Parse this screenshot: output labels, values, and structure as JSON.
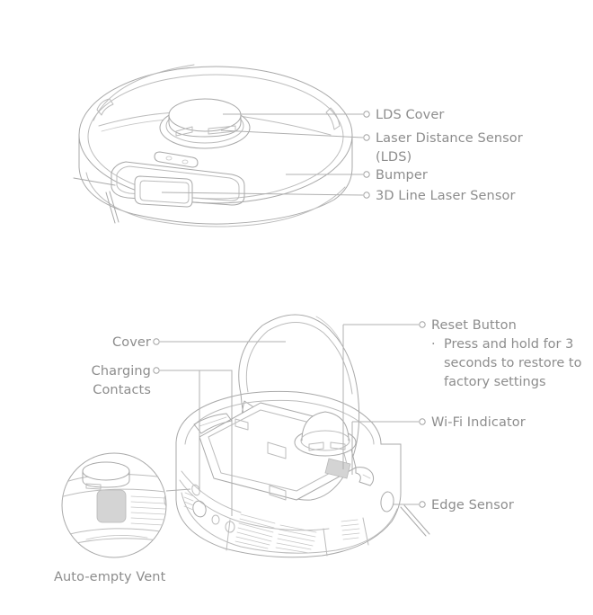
{
  "page": {
    "title": "Robot Vacuum Parts Diagram",
    "background_color": "#ffffff",
    "line_color": "#a9a9a9",
    "text_color": "#8d8d8d",
    "accent_fill": "#d4d4d4"
  },
  "top_figure": {
    "name": "robot-top-view",
    "labels": [
      {
        "id": "lds-cover",
        "text": "LDS Cover"
      },
      {
        "id": "laser-distance-sensor",
        "text": "Laser Distance\nSensor (LDS)"
      },
      {
        "id": "bumper",
        "text": "Bumper"
      },
      {
        "id": "line-laser-sensor",
        "text": "3D Line Laser Sensor"
      }
    ]
  },
  "bottom_figure": {
    "name": "robot-open-cover-view",
    "labels_left": [
      {
        "id": "cover",
        "text": "Cover"
      },
      {
        "id": "charging-contacts",
        "text": "Charging\nContacts"
      }
    ],
    "labels_right": [
      {
        "id": "reset-button",
        "text": "Reset Button"
      },
      {
        "id": "wifi-indicator",
        "text": "Wi-Fi Indicator"
      },
      {
        "id": "edge-sensor",
        "text": "Edge Sensor"
      }
    ],
    "reset_note": {
      "bullet": "·",
      "text": "Press and hold for 3 seconds to restore to factory settings"
    },
    "inset": {
      "id": "auto-empty-vent",
      "caption": "Auto-empty Vent"
    }
  }
}
